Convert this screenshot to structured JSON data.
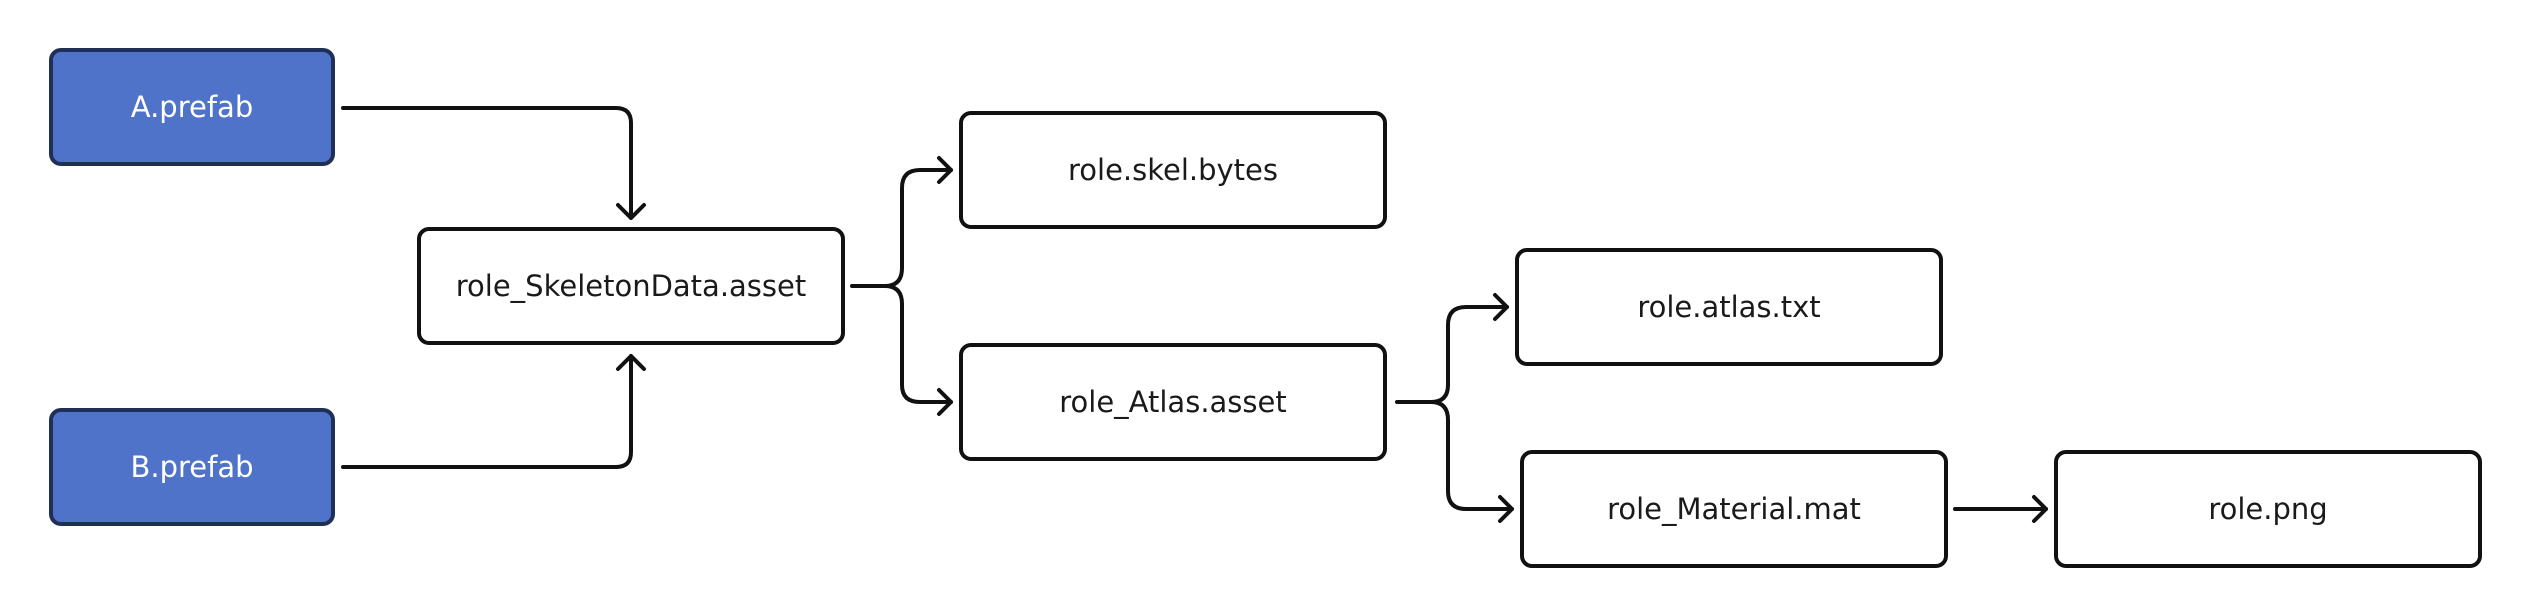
{
  "diagram": {
    "nodes": {
      "a_prefab": "A.prefab",
      "b_prefab": "B.prefab",
      "skeleton_data": "role_SkeletonData.asset",
      "skel_bytes": "role.skel.bytes",
      "atlas_asset": "role_Atlas.asset",
      "atlas_txt": "role.atlas.txt",
      "material": "role_Material.mat",
      "png": "role.png"
    },
    "edges": [
      {
        "from": "A.prefab",
        "to": "role_SkeletonData.asset"
      },
      {
        "from": "B.prefab",
        "to": "role_SkeletonData.asset"
      },
      {
        "from": "role_SkeletonData.asset",
        "to": "role.skel.bytes"
      },
      {
        "from": "role_SkeletonData.asset",
        "to": "role_Atlas.asset"
      },
      {
        "from": "role_Atlas.asset",
        "to": "role.atlas.txt"
      },
      {
        "from": "role_Atlas.asset",
        "to": "role_Material.mat"
      },
      {
        "from": "role_Material.mat",
        "to": "role.png"
      }
    ],
    "colors": {
      "source_fill": "#4f73c9",
      "source_text": "#ffffff",
      "node_fill": "#ffffff",
      "stroke": "#111111"
    }
  }
}
